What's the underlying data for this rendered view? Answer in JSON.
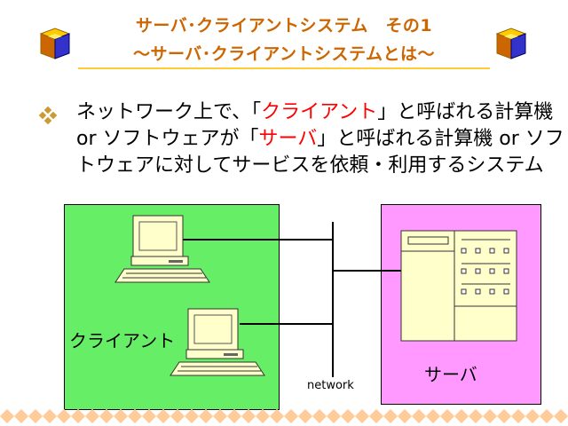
{
  "title": {
    "line1": "サーバ･クライアントシステム　その1",
    "line2": "～サーバ･クライアントシステムとは～"
  },
  "body": {
    "p1": "ネットワーク上で、「",
    "h1": "クライアント",
    "p2": "」と呼ばれる計算機 or ソフトウェアが「",
    "h2": "サーバ",
    "p3": "」と呼ばれる計算機 or ソフトウェアに対してサービスを依頼・利用するシステム"
  },
  "diagram": {
    "client_label": "クライアント",
    "server_label": "サーバ",
    "network_label": "network"
  },
  "colors": {
    "title": "#cc6600",
    "client_box": "#66ee66",
    "server_box": "#ff99ff",
    "highlight": "#ff0000",
    "diamond": "#ffcc99"
  },
  "icons": [
    "cube-icon",
    "bullet-diamond-icon",
    "computer-icon",
    "server-rack-icon",
    "diamond-border"
  ]
}
